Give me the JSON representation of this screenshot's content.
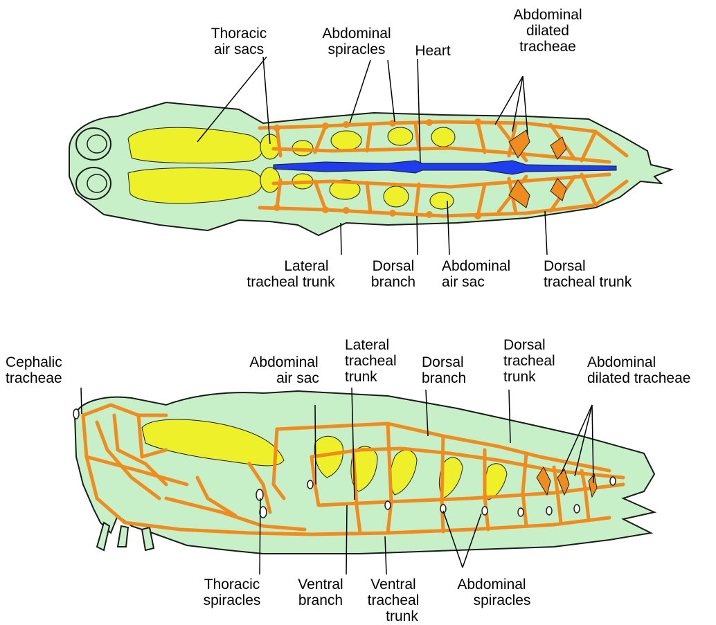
{
  "colors": {
    "body": "#c8f0c8",
    "outline": "#1a1a1a",
    "trachea": "#f08c1e",
    "air_sac": "#eef02a",
    "heart": "#1e3cf0"
  },
  "top_view": {
    "labels": {
      "thoracic_air_sacs": [
        "Thoracic",
        "air sacs"
      ],
      "abdominal_spiracles": [
        "Abdominal",
        "spiracles"
      ],
      "heart": [
        "Heart"
      ],
      "abdominal_dilated_tracheae": [
        "Abdominal",
        "dilated",
        "tracheae"
      ],
      "lateral_tracheal_trunk": [
        "Lateral",
        "tracheal trunk"
      ],
      "dorsal_branch": [
        "Dorsal",
        "branch"
      ],
      "abdominal_air_sac": [
        "Abdominal",
        "air sac"
      ],
      "dorsal_tracheal_trunk": [
        "Dorsal",
        "tracheal trunk"
      ]
    }
  },
  "side_view": {
    "labels": {
      "cephalic_tracheae": [
        "Cephalic",
        "tracheae"
      ],
      "abdominal_air_sac": [
        "Abdominal",
        "air sac"
      ],
      "lateral_tracheal_trunk": [
        "Lateral",
        "tracheal",
        "trunk"
      ],
      "dorsal_branch": [
        "Dorsal",
        "branch"
      ],
      "dorsal_tracheal_trunk": [
        "Dorsal",
        "tracheal",
        "trunk"
      ],
      "abdominal_dilated_tracheae": [
        "Abdominal",
        "dilated tracheae"
      ],
      "thoracic_spiracles": [
        "Thoracic",
        "spiracles"
      ],
      "ventral_branch": [
        "Ventral",
        "branch"
      ],
      "ventral_tracheal_trunk": [
        "Ventral",
        "tracheal",
        "trunk"
      ],
      "abdominal_spiracles": [
        "Abdominal",
        "spiracles"
      ]
    }
  }
}
